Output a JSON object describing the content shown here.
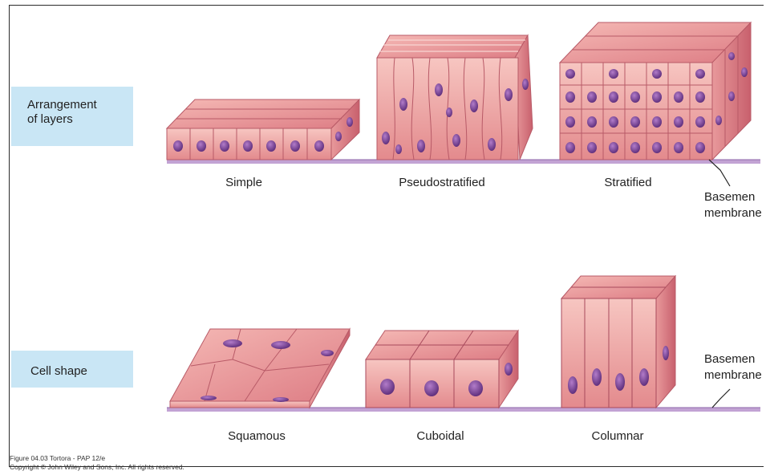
{
  "row_labels": {
    "arrangement": "Arrangement\nof layers",
    "shape": "Cell shape"
  },
  "captions": {
    "simple": "Simple",
    "pseudostratified": "Pseudostratified",
    "stratified": "Stratified",
    "squamous": "Squamous",
    "cuboidal": "Cuboidal",
    "columnar": "Columnar"
  },
  "side_labels": {
    "basement_top": "Basemen",
    "membrane_top": "membrane",
    "basement_bottom": "Basemen",
    "membrane_bottom": "membrane"
  },
  "footer": {
    "figure": "Figure 04.03  Tortora - PAP 12/e",
    "copyright": "Copyright © John Wiley and Sons, Inc. All rights reserved."
  },
  "colors": {
    "label_bg": "#c9e6f5",
    "cell": "#f0a7a4",
    "cell_dark": "#d86f78",
    "nucleus": "#6e3a8c",
    "membrane": "#b490c7"
  }
}
